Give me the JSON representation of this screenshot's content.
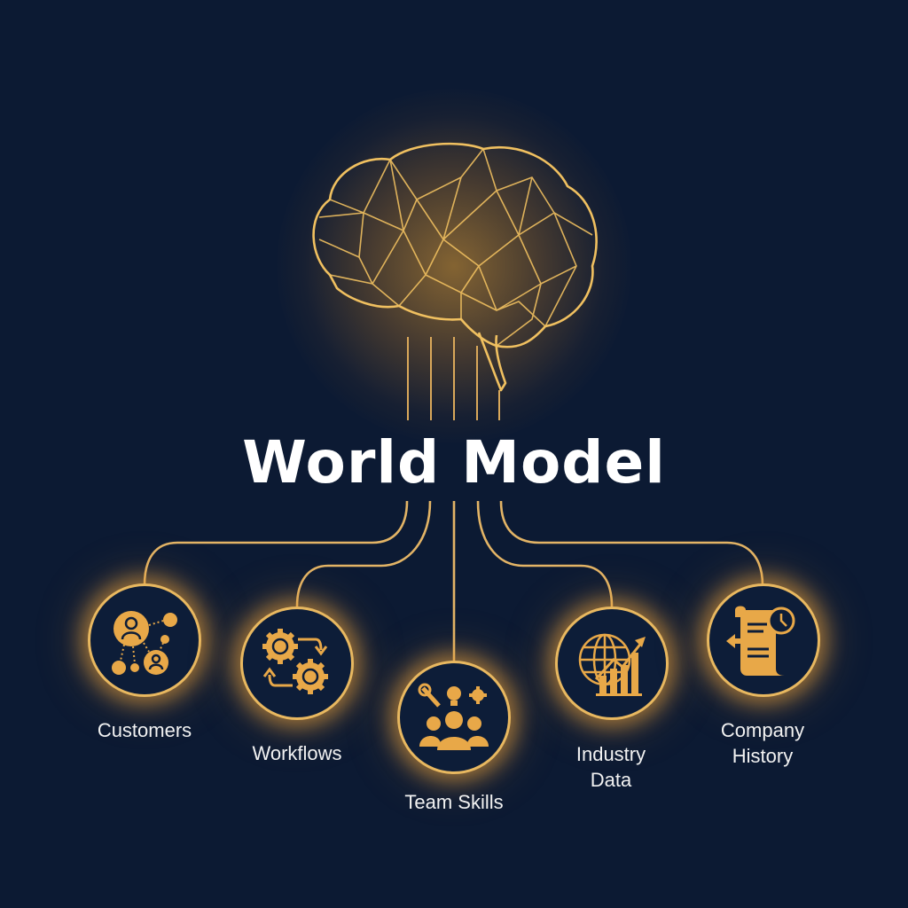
{
  "diagram": {
    "title": "World Model",
    "center_icon": "brain-icon",
    "accent_color": "#e8b860",
    "background_color": "#0c1a33",
    "nodes": [
      {
        "id": "customers",
        "label": "Customers",
        "icon": "customers-network-icon"
      },
      {
        "id": "workflows",
        "label": "Workflows",
        "icon": "workflow-gears-icon"
      },
      {
        "id": "team-skills",
        "label": "Team Skills",
        "icon": "team-skills-icon"
      },
      {
        "id": "industry-data",
        "label": "Industry Data",
        "label_lines": [
          "Industry",
          "Data"
        ],
        "icon": "globe-chart-icon"
      },
      {
        "id": "company-history",
        "label": "Company History",
        "label_lines": [
          "Company",
          "History"
        ],
        "icon": "history-scroll-icon"
      }
    ]
  }
}
